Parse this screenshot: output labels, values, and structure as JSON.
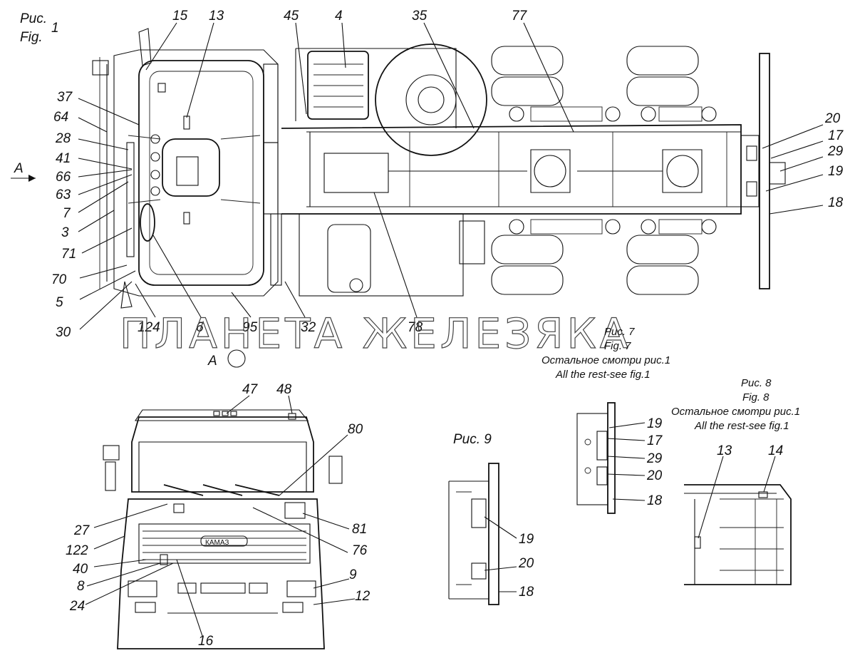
{
  "captions": {
    "fig1_ru": "Рис.",
    "fig1_num": "1",
    "fig1_en": "Fig.",
    "fig7_ru": "Рис. 7",
    "fig7_en": "Fig. 7",
    "fig7_note_ru": "Остальное смотри рис.1",
    "fig7_note_en": "All the rest-see fig.1",
    "fig8_ru": "Рис. 8",
    "fig8_en": "Fig. 8",
    "fig8_note_ru": "Остальное смотри рис.1",
    "fig8_note_en": "All the rest-see fig.1",
    "fig9_ru": "Рис. 9",
    "view_a_arrow": "А",
    "view_a": "А",
    "grille_badge": "КАМАЗ"
  },
  "watermark": "ПЛАНЕТА ЖЕЛЕЗЯКА",
  "fig1_callouts": [
    "15",
    "13",
    "45",
    "4",
    "35",
    "77",
    "37",
    "64",
    "28",
    "41",
    "66",
    "63",
    "7",
    "3",
    "71",
    "70",
    "5",
    "30",
    "124",
    "6",
    "95",
    "32",
    "78",
    "20",
    "17",
    "29",
    "19",
    "18"
  ],
  "front_view_callouts": [
    "47",
    "48",
    "80",
    "27",
    "122",
    "40",
    "8",
    "24",
    "16",
    "81",
    "76",
    "9",
    "12"
  ],
  "fig9_callouts": [
    "19",
    "20",
    "18"
  ],
  "fig7_callouts": [
    "19",
    "17",
    "29",
    "20",
    "18"
  ],
  "fig8_callouts": [
    "13",
    "14"
  ]
}
